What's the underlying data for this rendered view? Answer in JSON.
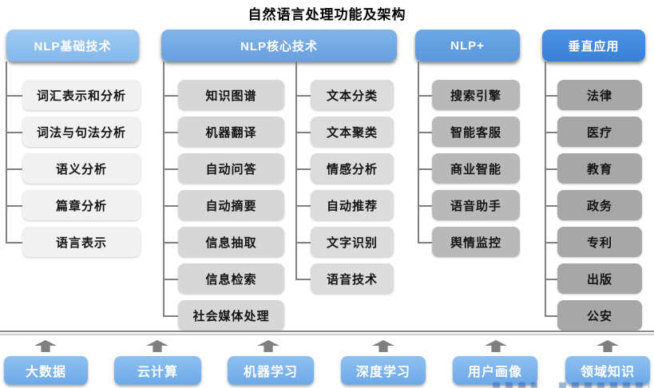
{
  "title": "自然语言处理功能及架构",
  "columns": [
    {
      "id": "nlp-basic",
      "header": "NLP基础技术",
      "items": [
        "词汇表示和分析",
        "词法与句法分析",
        "语义分析",
        "篇章分析",
        "语言表示"
      ]
    },
    {
      "id": "nlp-core",
      "header": "NLP核心技术",
      "sub_columns": [
        {
          "items": [
            "知识图谱",
            "机器翻译",
            "自动问答",
            "自动摘要",
            "信息抽取",
            "信息检索",
            "社会媒体处理"
          ]
        },
        {
          "items": [
            "文本分类",
            "文本聚类",
            "情感分析",
            "自动推荐",
            "文字识别",
            "语音技术"
          ]
        }
      ]
    },
    {
      "id": "nlp-plus",
      "header": "NLP+",
      "items": [
        "搜索引擎",
        "智能客服",
        "商业智能",
        "语音助手",
        "舆情监控"
      ]
    },
    {
      "id": "vertical-apps",
      "header": "垂直应用",
      "items": [
        "法律",
        "医疗",
        "教育",
        "政务",
        "专利",
        "出版",
        "公安"
      ]
    }
  ],
  "foundation": {
    "items": [
      "大数据",
      "云计算",
      "机器学习",
      "深度学习",
      "用户画像",
      "领域知识"
    ]
  },
  "icons": {
    "up_arrow": "up-arrow-icon"
  },
  "colors": {
    "header_1": "#8fc0ee",
    "header_2": "#74ace6",
    "header_3": "#63a1e3",
    "header_4": "#4189de",
    "box_col1": "#f1f1f1",
    "box_col2a": "#d7d7d7",
    "box_col2b": "#dcdcdc",
    "box_col3": "#b9b9b9",
    "box_col4": "#a7a7a7",
    "foundation_box": "#7db6ed",
    "connector": "#808080",
    "arrow": "#7f7f7f",
    "separator_dark": "#8a8a8a",
    "separator_light": "#cccccc",
    "title_text": "#000000",
    "node_text": "#141414",
    "header_text": "#ffffff"
  }
}
